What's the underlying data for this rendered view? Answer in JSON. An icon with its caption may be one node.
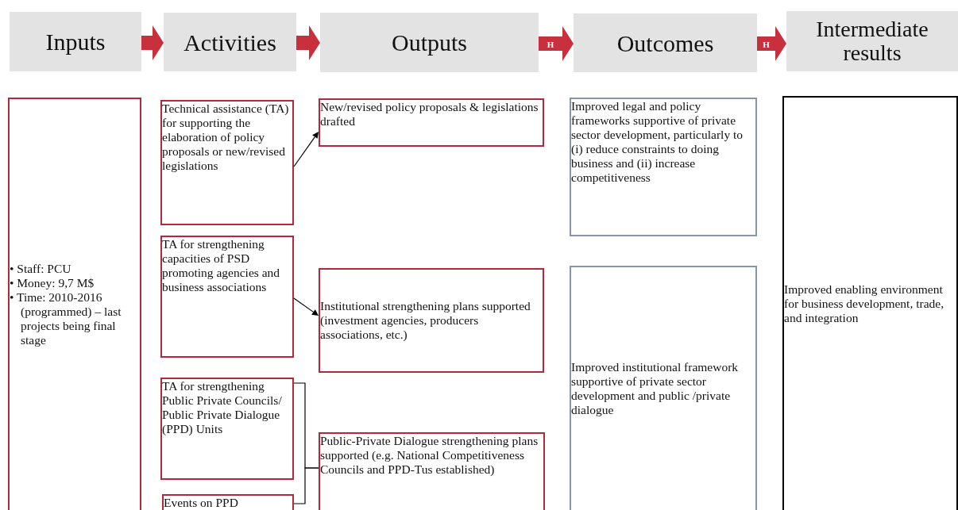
{
  "diagram": {
    "nodes": [
      {
        "text": [
          "Inputs"
        ]
      },
      {
        "text": [
          "Activities"
        ]
      },
      {
        "text": [
          "Outputs"
        ]
      },
      {
        "text": [
          "Outcomes"
        ]
      },
      {
        "text": [
          "Intermediate results"
        ]
      },
      {
        "text": [
          "• Staff: PCU",
          "• Money: 9,7 M$",
          "• Time: 2010-2016 (programmed) – last projects being final stage"
        ]
      },
      {
        "text": [
          "Technical assistance (TA) for supporting the elaboration of policy proposals or new/revised legislations"
        ]
      },
      {
        "text": [
          "TA for strengthening capacities of PSD promoting agencies and business associations"
        ]
      },
      {
        "text": [
          "TA for strengthening Public Private Councils/ Public Private Dialogue (PPD) Units"
        ]
      },
      {
        "text": [
          "Events on PPD"
        ]
      },
      {
        "text": [
          "New/revised policy proposals & legislations drafted"
        ]
      },
      {
        "text": [
          "Institutional strengthening plans supported (investment agencies, producers associations, etc.)"
        ]
      },
      {
        "text": [
          "Public-Private Dialogue strengthening plans supported (e.g. National Competitiveness Councils and PPD-Tus established)"
        ]
      },
      {
        "text": [
          "Improved legal and policy frameworks supportive of private sector development, particularly to (i) reduce constraints to doing business and (ii) increase competitiveness"
        ]
      },
      {
        "text": [
          "Improved institutional framework supportive of private sector development and public /private dialogue"
        ]
      },
      {
        "text": [
          "Improved enabling environment for business development, trade, and integration"
        ]
      }
    ],
    "edges": [
      {
        "from": 0,
        "to": 1,
        "arrow": "to",
        "style": "thick"
      },
      {
        "from": 1,
        "to": 2,
        "arrow": "to",
        "style": "thick"
      },
      {
        "from": 2,
        "to": 3,
        "arrow": "to",
        "label": "H",
        "style": "thick"
      },
      {
        "from": 3,
        "to": 4,
        "arrow": "to",
        "label": "H",
        "style": "thick"
      },
      {
        "from": 6,
        "to": 10,
        "arrow": "to",
        "color": "#000000"
      },
      {
        "from": 7,
        "to": 11,
        "arrow": "to",
        "color": "#000000"
      },
      {
        "from": 8,
        "to": 12,
        "arrow": "none",
        "color": "#000000"
      },
      {
        "from": 9,
        "to": 12,
        "arrow": "none",
        "color": "#000000"
      }
    ]
  }
}
